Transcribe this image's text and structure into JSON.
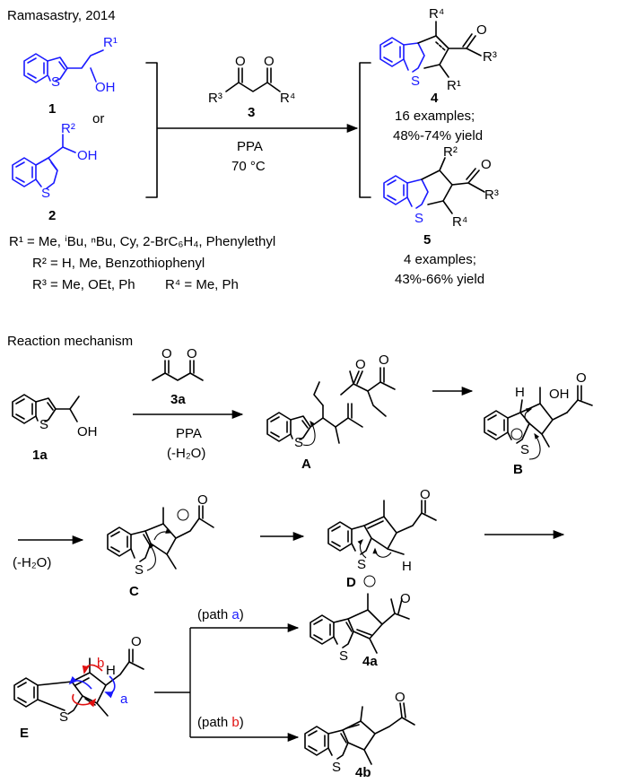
{
  "header": {
    "citation": "Ramasastry, 2014"
  },
  "reaction": {
    "reactant1_label": "1",
    "or_text": "or",
    "reactant2_label": "2",
    "reagent_label": "3",
    "conditions": [
      "PPA",
      "70 °C"
    ],
    "product4_label": "4",
    "product4_note": [
      "16 examples;",
      "48%-74% yield"
    ],
    "product5_label": "5",
    "product5_note": [
      "4 examples;",
      "43%-66% yield"
    ],
    "substituents": [
      "R¹ = Me, ⁱBu, ⁿBu, Cy, 2-BrC₆H₄, Phenylethyl",
      "R² = H, Me, Benzothiophenyl",
      "R³ = Me, OEt, Ph        R⁴ = Me, Ph"
    ],
    "atoms": {
      "S": "S",
      "OH": "OH",
      "O": "O",
      "R1": "R¹",
      "R2": "R²",
      "R3": "R³",
      "R4": "R⁴",
      "H": "H"
    }
  },
  "mechanism": {
    "title": "Reaction mechanism",
    "start_label": "1a",
    "reagent_label": "3a",
    "conditions": [
      "PPA",
      "(-H₂O)"
    ],
    "dehydration": "(-H₂O)",
    "intermediates": [
      "A",
      "B",
      "C",
      "D",
      "E"
    ],
    "path_a": {
      "prefix": "(path ",
      "letter": "a",
      "suffix": ")"
    },
    "path_b": {
      "prefix": "(path ",
      "letter": "b",
      "suffix": ")"
    },
    "product_a_label": "4a",
    "product_b_label": "4b",
    "arrow_letters": {
      "a": "a",
      "b": "b"
    }
  },
  "colors": {
    "reactant": "#1a1aff",
    "path_a": "#1a1aff",
    "path_b": "#e01010",
    "ink": "#000000"
  }
}
